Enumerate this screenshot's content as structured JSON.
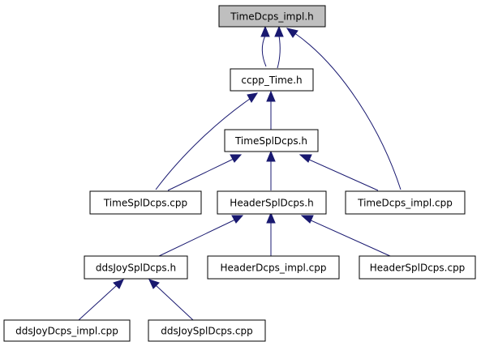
{
  "diagram": {
    "colors": {
      "edge": "#191970",
      "node_fill": "#ffffff",
      "root_fill": "#bfbfbf",
      "border": "#000000"
    },
    "nodes": {
      "root": "TimeDcps_impl.h",
      "ccpp_time": "ccpp_Time.h",
      "timespl_h": "TimeSplDcps.h",
      "timespl_cpp": "TimeSplDcps.cpp",
      "headerspl_h": "HeaderSplDcps.h",
      "timedcps_cpp": "TimeDcps_impl.cpp",
      "ddsjoy_h": "ddsJoySplDcps.h",
      "headerdcps_cpp": "HeaderDcps_impl.cpp",
      "headerspl_cpp": "HeaderSplDcps.cpp",
      "ddsjoydcps_cpp": "ddsJoyDcps_impl.cpp",
      "ddsjoyspl_cpp": "ddsJoySplDcps.cpp"
    }
  }
}
